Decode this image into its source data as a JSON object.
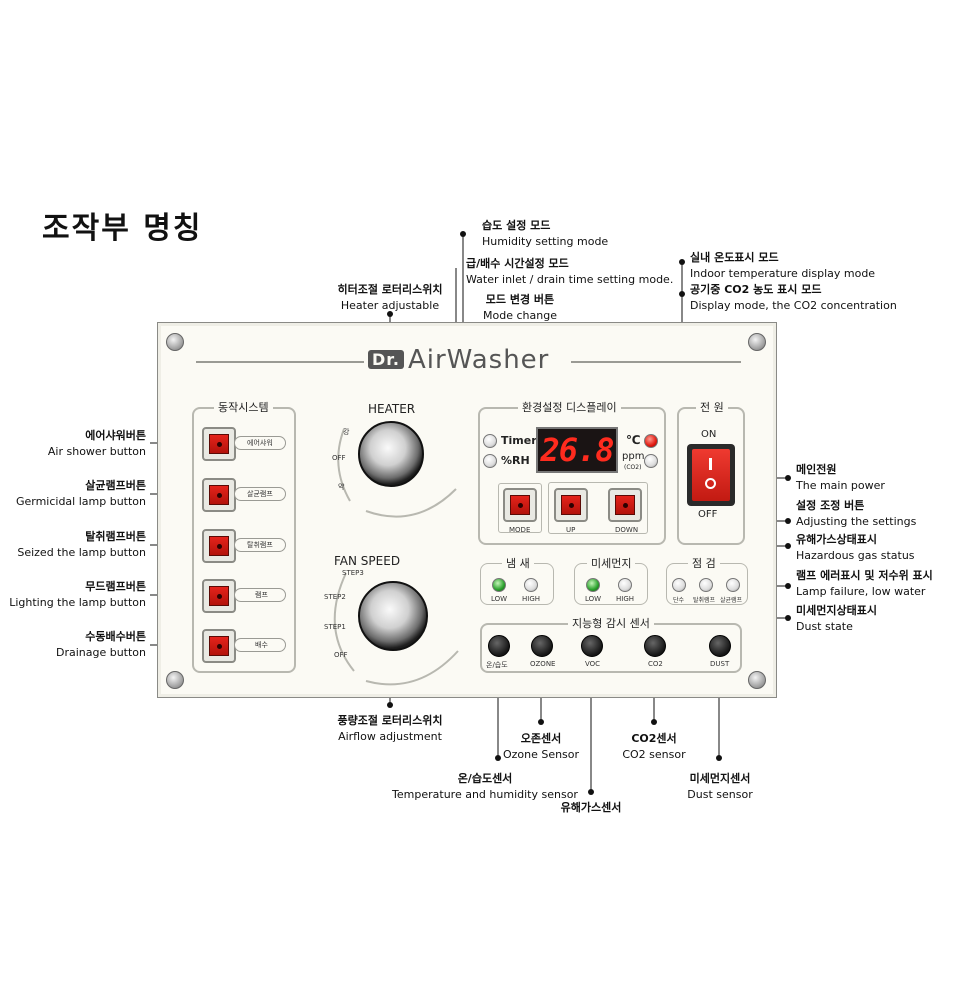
{
  "title": "조작부 명칭",
  "brand": {
    "prefix": "Dr.",
    "name": "AirWasher"
  },
  "panel": {
    "operation_system": {
      "title": "동작시스템",
      "buttons": [
        "에어샤워",
        "살균램프",
        "탈취램프",
        "램프",
        "배수"
      ]
    },
    "heater": {
      "title": "HEATER",
      "positions": [
        "강",
        "OFF",
        "약"
      ]
    },
    "fan": {
      "title": "FAN SPEED",
      "positions": [
        "STEP3",
        "STEP2",
        "STEP1",
        "OFF"
      ]
    },
    "env_display": {
      "title": "환경설정 디스플레이",
      "timer_label": "Timer",
      "rh_label": "%RH",
      "value": "26.8",
      "celsius_label": "℃",
      "ppm_label": "ppm",
      "co2_sub": "(CO2)",
      "buttons": [
        "MODE",
        "UP",
        "DOWN"
      ]
    },
    "power": {
      "title": "전 원",
      "on": "ON",
      "off": "OFF"
    },
    "odor": {
      "title": "냄 새",
      "low": "LOW",
      "high": "HIGH"
    },
    "fine_dust": {
      "title": "미세먼지",
      "low": "LOW",
      "high": "HIGH"
    },
    "inspection": {
      "title": "점 검",
      "items": [
        "단수",
        "탈취램프",
        "살균램프"
      ]
    },
    "sensors": {
      "title": "지능형 감시 센서",
      "items": [
        "온/습도",
        "OZONE",
        "VOC",
        "CO2",
        "DUST"
      ]
    }
  },
  "callouts": {
    "air_shower": {
      "ko": "에어샤워버튼",
      "en": "Air shower button"
    },
    "germicidal": {
      "ko": "살균램프버튼",
      "en": "Germicidal lamp button"
    },
    "seized": {
      "ko": "탈취램프버튼",
      "en": "Seized the lamp button"
    },
    "mood": {
      "ko": "무드램프버튼",
      "en": "Lighting the lamp button"
    },
    "drain": {
      "ko": "수동배수버튼",
      "en": "Drainage button"
    },
    "heater": {
      "ko": "히터조절 로터리스위치",
      "en": "Heater adjustable"
    },
    "humidity_mode": {
      "ko": "습도 설정 모드",
      "en": "Humidity setting mode"
    },
    "water_time": {
      "ko": "급/배수 시간설정 모드",
      "en": "Water inlet / drain time setting mode."
    },
    "mode_change": {
      "ko": "모드 변경 버튼",
      "en": "Mode change"
    },
    "indoor_temp": {
      "ko": "실내 온도표시 모드",
      "en": "Indoor temperature display mode"
    },
    "co2_display": {
      "ko": "공기중 CO2 농도 표시 모드",
      "en": "Display mode, the CO2 concentration"
    },
    "main_power": {
      "ko": "메인전원",
      "en": "The main power"
    },
    "adjust_settings": {
      "ko": "설정 조정 버튼",
      "en": "Adjusting the settings"
    },
    "hazardous": {
      "ko": "유해가스상태표시",
      "en": "Hazardous gas status"
    },
    "lamp_failure": {
      "ko": "램프 에러표시 및 저수위 표시",
      "en": "Lamp failure, low water"
    },
    "dust_state": {
      "ko": "미세먼지상태표시",
      "en": "Dust state"
    },
    "airflow": {
      "ko": "풍량조절 로터리스위치",
      "en": "Airflow adjustment"
    },
    "ozone": {
      "ko": "오존센서",
      "en": "Ozone Sensor"
    },
    "co2": {
      "ko": "CO2센서",
      "en": "CO2 sensor"
    },
    "temp_hum": {
      "ko": "온/습도센서",
      "en": "Temperature and humidity sensor"
    },
    "dust": {
      "ko": "미세먼지센서",
      "en": "Dust sensor"
    },
    "voc": {
      "ko": "유해가스센서"
    }
  }
}
